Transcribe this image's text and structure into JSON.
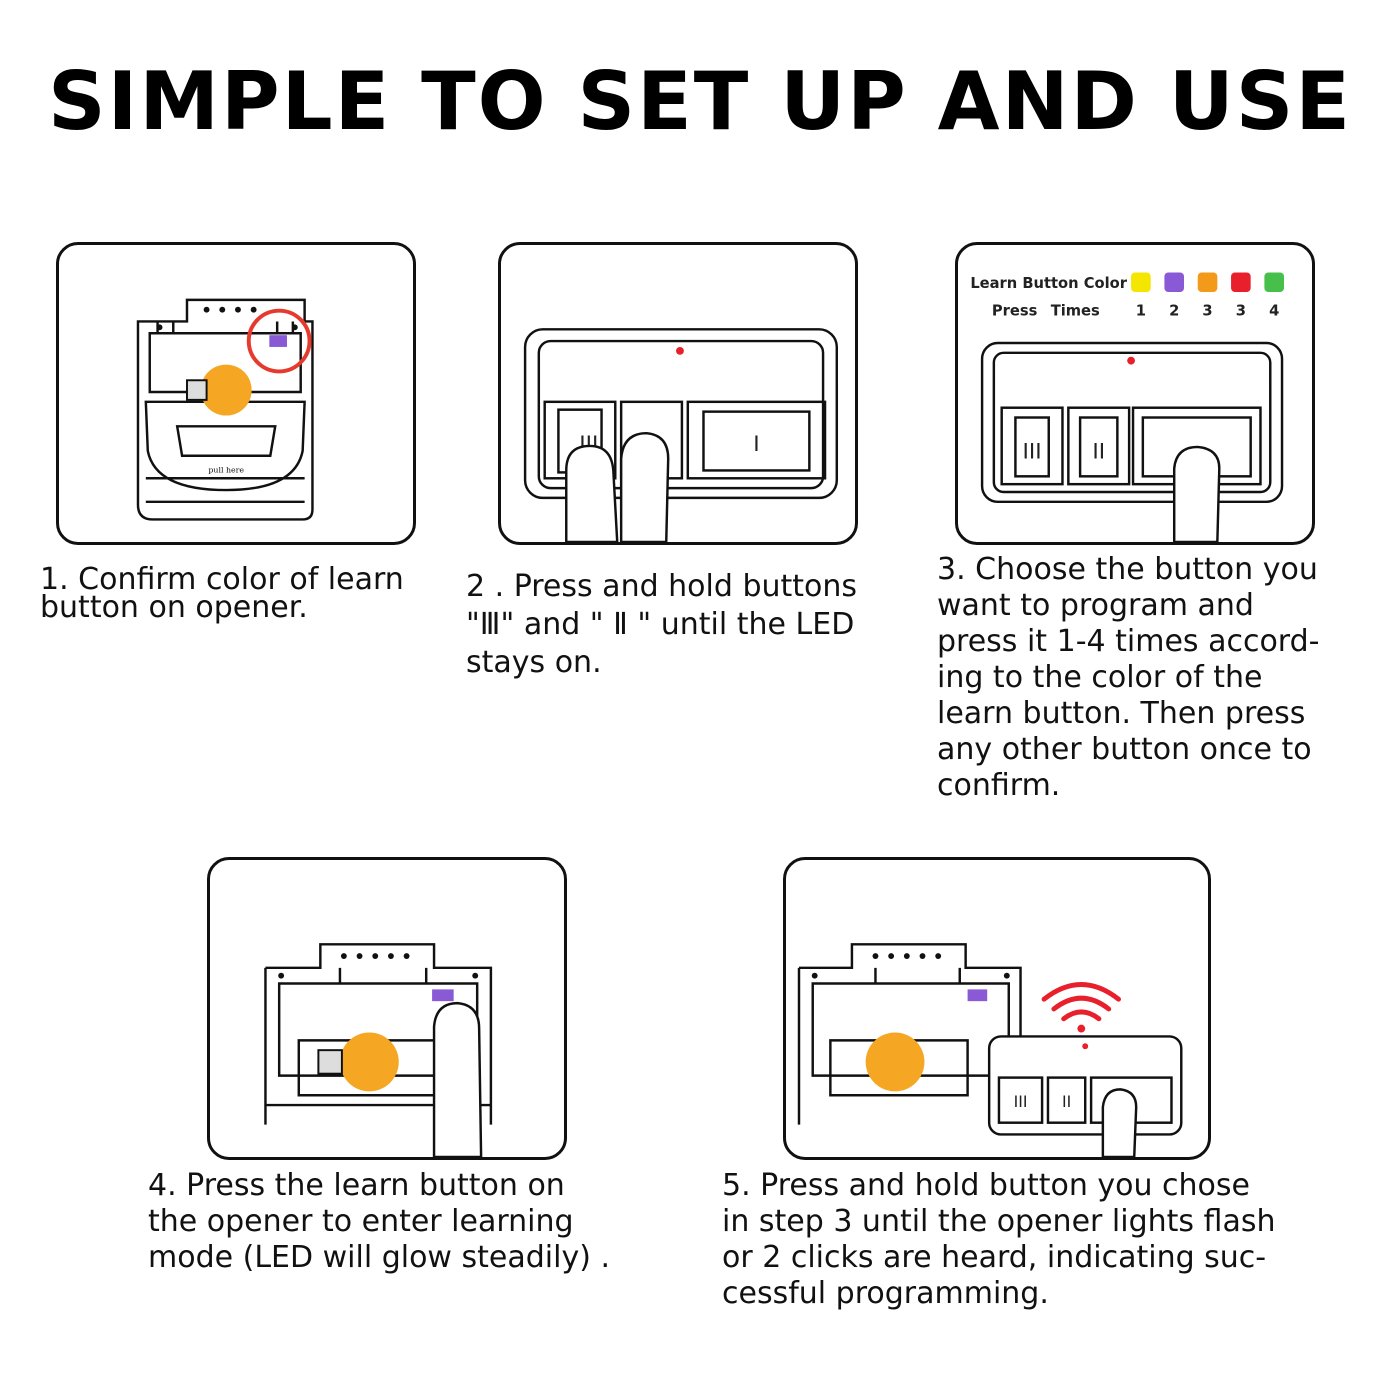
{
  "title": "SIMPLE TO SET UP AND USE",
  "steps": [
    {
      "caption": "1. Confirm color of learn\nbutton on opener."
    },
    {
      "caption": "2 .  Press and hold buttons\n\"Ⅲ\" and \" Ⅱ \"  until the LED\nstays on."
    },
    {
      "caption": "3. Choose the button you\nwant to program and\npress  it 1-4 times accord-\ning to the color of the\nlearn button. Then press\nany other button once to\nconfirm."
    },
    {
      "caption": "4. Press the learn button on\nthe opener to enter learning\nmode (LED will glow steadily) ."
    },
    {
      "caption": "5. Press and hold button you chose\nin step 3 until the opener lights flash\nor 2 clicks are heard, indicating suc-\ncessful programming."
    }
  ],
  "color_legend": {
    "color_label": "Learn Button Color",
    "press_label": "Press",
    "times_label": "Times",
    "swatches": [
      {
        "color": "#f5e600",
        "times": "1"
      },
      {
        "color": "#8a5ad6",
        "times": "2"
      },
      {
        "color": "#f39a1a",
        "times": "3"
      },
      {
        "color": "#e8202c",
        "times": "3"
      },
      {
        "color": "#46c04a",
        "times": "4"
      }
    ]
  },
  "keypad": {
    "button_3": "III",
    "button_2": "II",
    "button_1": "I"
  },
  "opener": {
    "pull_label": "pull here",
    "learn_button_color": "#8a5ad6"
  },
  "colors": {
    "led": "#e8202c",
    "bulb": "#f5a623",
    "highlight_circle": "#e63a2e",
    "signal": "#e8202c"
  }
}
